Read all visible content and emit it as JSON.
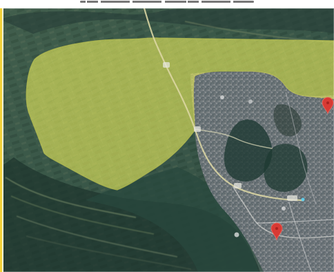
{
  "map": {
    "caption": "",
    "type": "satellite map",
    "highlight_area": {
      "label": "",
      "fill": "#d8ef55",
      "stroke": "#f3ec47"
    },
    "markers": [
      {
        "name": "right-edge-marker",
        "color": "#d83a34"
      },
      {
        "name": "lower-center-marker",
        "color": "#d83a34"
      }
    ],
    "road_labels": [
      {
        "text": ""
      },
      {
        "text": ""
      },
      {
        "text": ""
      },
      {
        "text": ""
      }
    ]
  },
  "colors": {
    "farmland": "#45604f",
    "dark_vegetation": "#243b31",
    "urban": "#6d747d",
    "road": "#d9d2a0",
    "water": "#2f5660"
  }
}
